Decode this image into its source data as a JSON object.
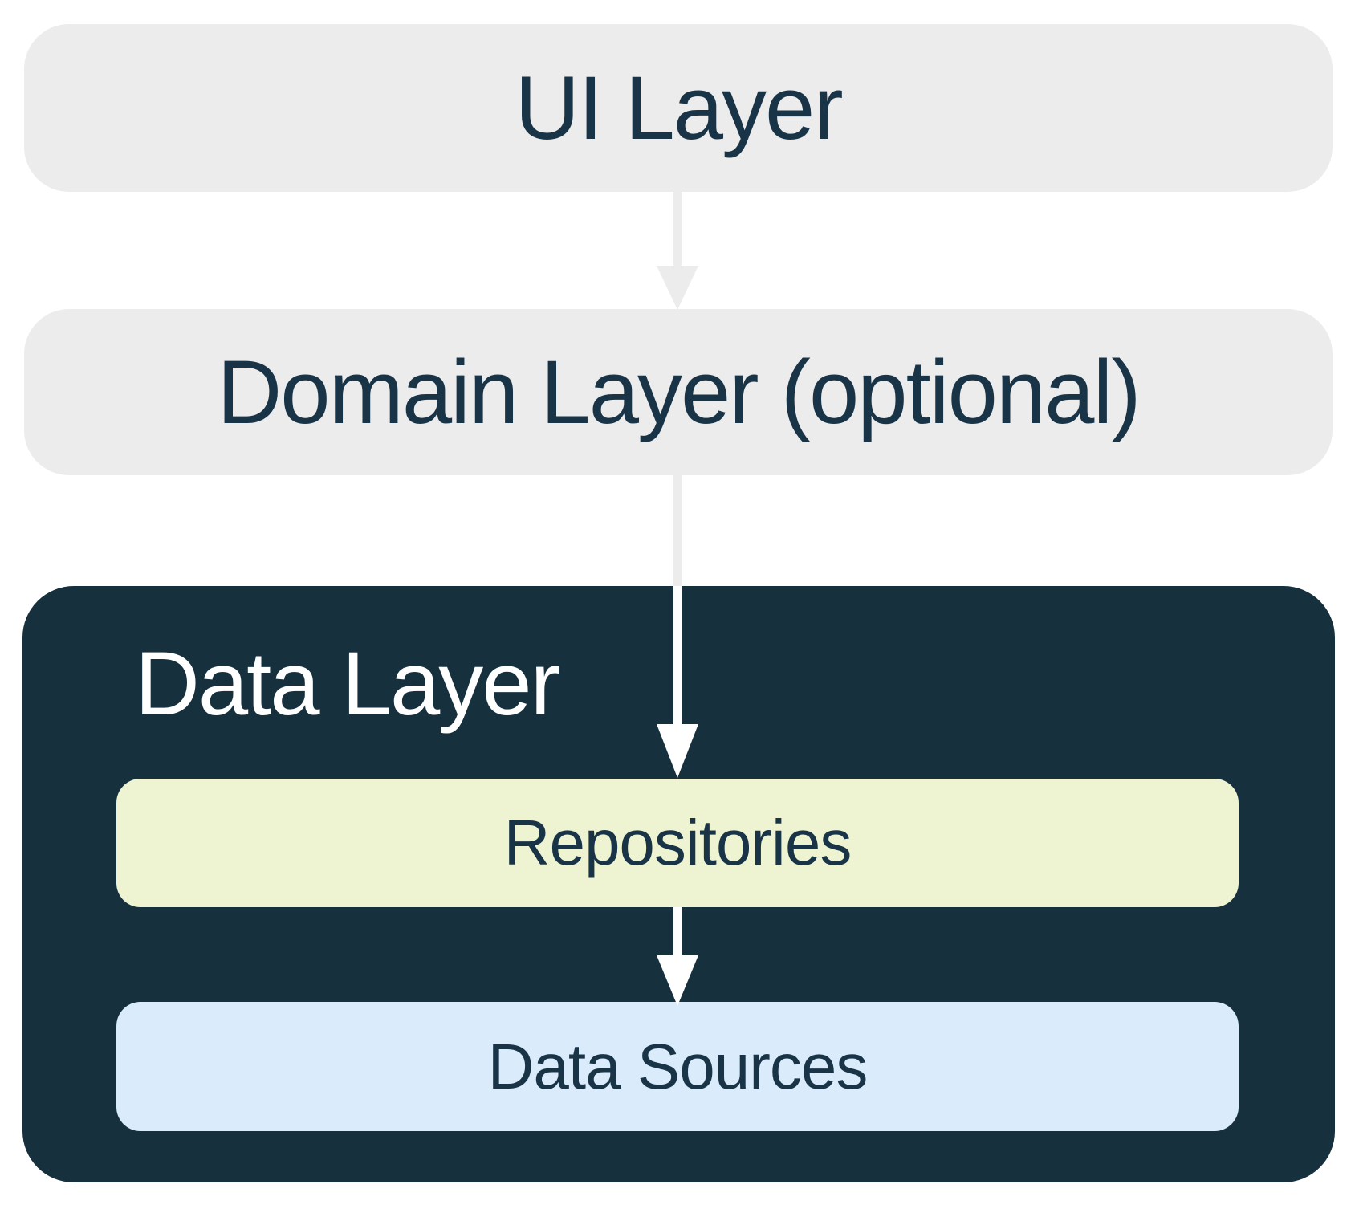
{
  "diagram": {
    "kind": "app-architecture-layers",
    "layers": {
      "ui": {
        "label": "UI Layer"
      },
      "domain": {
        "label": "Domain Layer (optional)"
      },
      "data": {
        "label": "Data Layer",
        "children": {
          "repositories": {
            "label": "Repositories"
          },
          "data_sources": {
            "label": "Data Sources"
          }
        }
      }
    },
    "edges": [
      {
        "from": "UI Layer",
        "to": "Domain Layer (optional)"
      },
      {
        "from": "Domain Layer (optional)",
        "to": "Repositories"
      },
      {
        "from": "Repositories",
        "to": "Data Sources"
      }
    ]
  },
  "colors": {
    "background": "#FFFFFF",
    "layer_box_gray": "#ECECEC",
    "data_layer_navy": "#16303E",
    "repositories_fill": "#EEF4D1",
    "data_sources_fill": "#DAECFB",
    "text_navy": "#1A3447",
    "text_white": "#FFFFFF",
    "arrow_gray": "#ECECEC",
    "arrow_white": "#FFFFFF"
  }
}
